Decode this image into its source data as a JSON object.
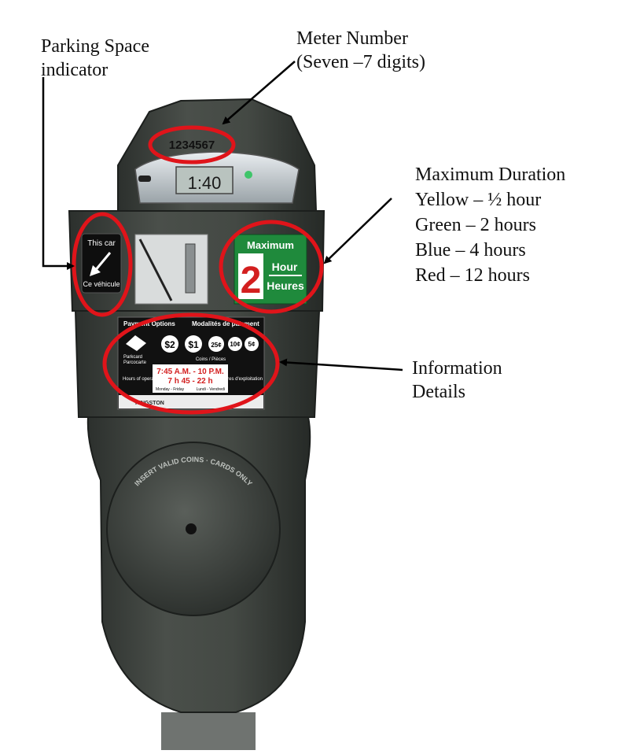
{
  "callouts": {
    "parking_space": {
      "line1": "Parking Space",
      "line2": "indicator"
    },
    "meter_number": {
      "line1": "Meter Number",
      "line2": "(Seven –7 digits)"
    },
    "max_duration": {
      "title": "Maximum Duration",
      "items": [
        "Yellow – ½ hour",
        "Green – 2 hours",
        "Blue – 4 hours",
        "Red – 12 hours"
      ]
    },
    "information": {
      "line1": "Information",
      "line2": "Details"
    }
  },
  "meter": {
    "number": "1234567",
    "display_time": "1:40",
    "space_sign": {
      "top": "This car",
      "bottom": "Ce véhicule"
    },
    "max_sign": {
      "header": "Maximum",
      "hours": "2",
      "unit_en": "Hour",
      "unit_fr": "Heures"
    },
    "info_panel": {
      "payment_en": "Payment Options",
      "payment_fr": "Modalités de paiement",
      "coins": [
        "$2",
        "$1",
        "25¢",
        "10¢",
        "5¢"
      ],
      "parkcard_en": "Parkcard",
      "parkcard_fr": "Parcocarte",
      "coins_label": "Coins / Pièces",
      "hours_en": "Hours of operation",
      "hours_fr": "Heures d'exploitation",
      "time_en": "7:45 A.M. - 10 P.M.",
      "time_fr": "7 h 45 - 22 h",
      "days_en": "Monday - Friday",
      "days_fr": "Lundi - Vendredi",
      "city": "KINGSTON"
    },
    "coin_slot_text": "INSERT VALID COINS · CARDS ONLY"
  },
  "colors": {
    "highlight": "#e0141a",
    "max_sign_green": "#1f8a3c",
    "meter_body": "#3b3f3b",
    "arrow": "#000000"
  }
}
